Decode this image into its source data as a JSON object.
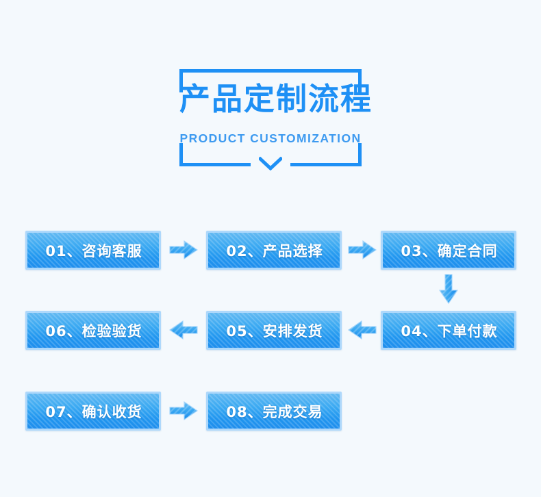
{
  "page": {
    "background_color": "#f4f9fd",
    "accent_color": "#1e90f5"
  },
  "title": {
    "cn": "产品定制流程",
    "en": "PRODUCT CUSTOMIZATION",
    "frame_color": "#1e90f5",
    "chevron_icon": "chevron-down-icon"
  },
  "flow": {
    "box_fill_color": "#29a0f0",
    "box_border_color": "#aed8fb",
    "label_color": "#ffffff",
    "steps": [
      {
        "id": "01",
        "label": "01、咨询客服"
      },
      {
        "id": "02",
        "label": "02、产品选择"
      },
      {
        "id": "03",
        "label": "03、确定合同"
      },
      {
        "id": "04",
        "label": "04、下单付款"
      },
      {
        "id": "05",
        "label": "05、安排发货"
      },
      {
        "id": "06",
        "label": "06、检验验货"
      },
      {
        "id": "07",
        "label": "07、确认收货"
      },
      {
        "id": "08",
        "label": "08、完成交易"
      }
    ],
    "connectors": [
      {
        "name": "arrow-01-to-02",
        "direction": "right"
      },
      {
        "name": "arrow-02-to-03",
        "direction": "right"
      },
      {
        "name": "arrow-03-to-04",
        "direction": "down"
      },
      {
        "name": "arrow-04-to-05",
        "direction": "left"
      },
      {
        "name": "arrow-05-to-06",
        "direction": "left"
      },
      {
        "name": "arrow-07-to-08",
        "direction": "right"
      }
    ]
  }
}
